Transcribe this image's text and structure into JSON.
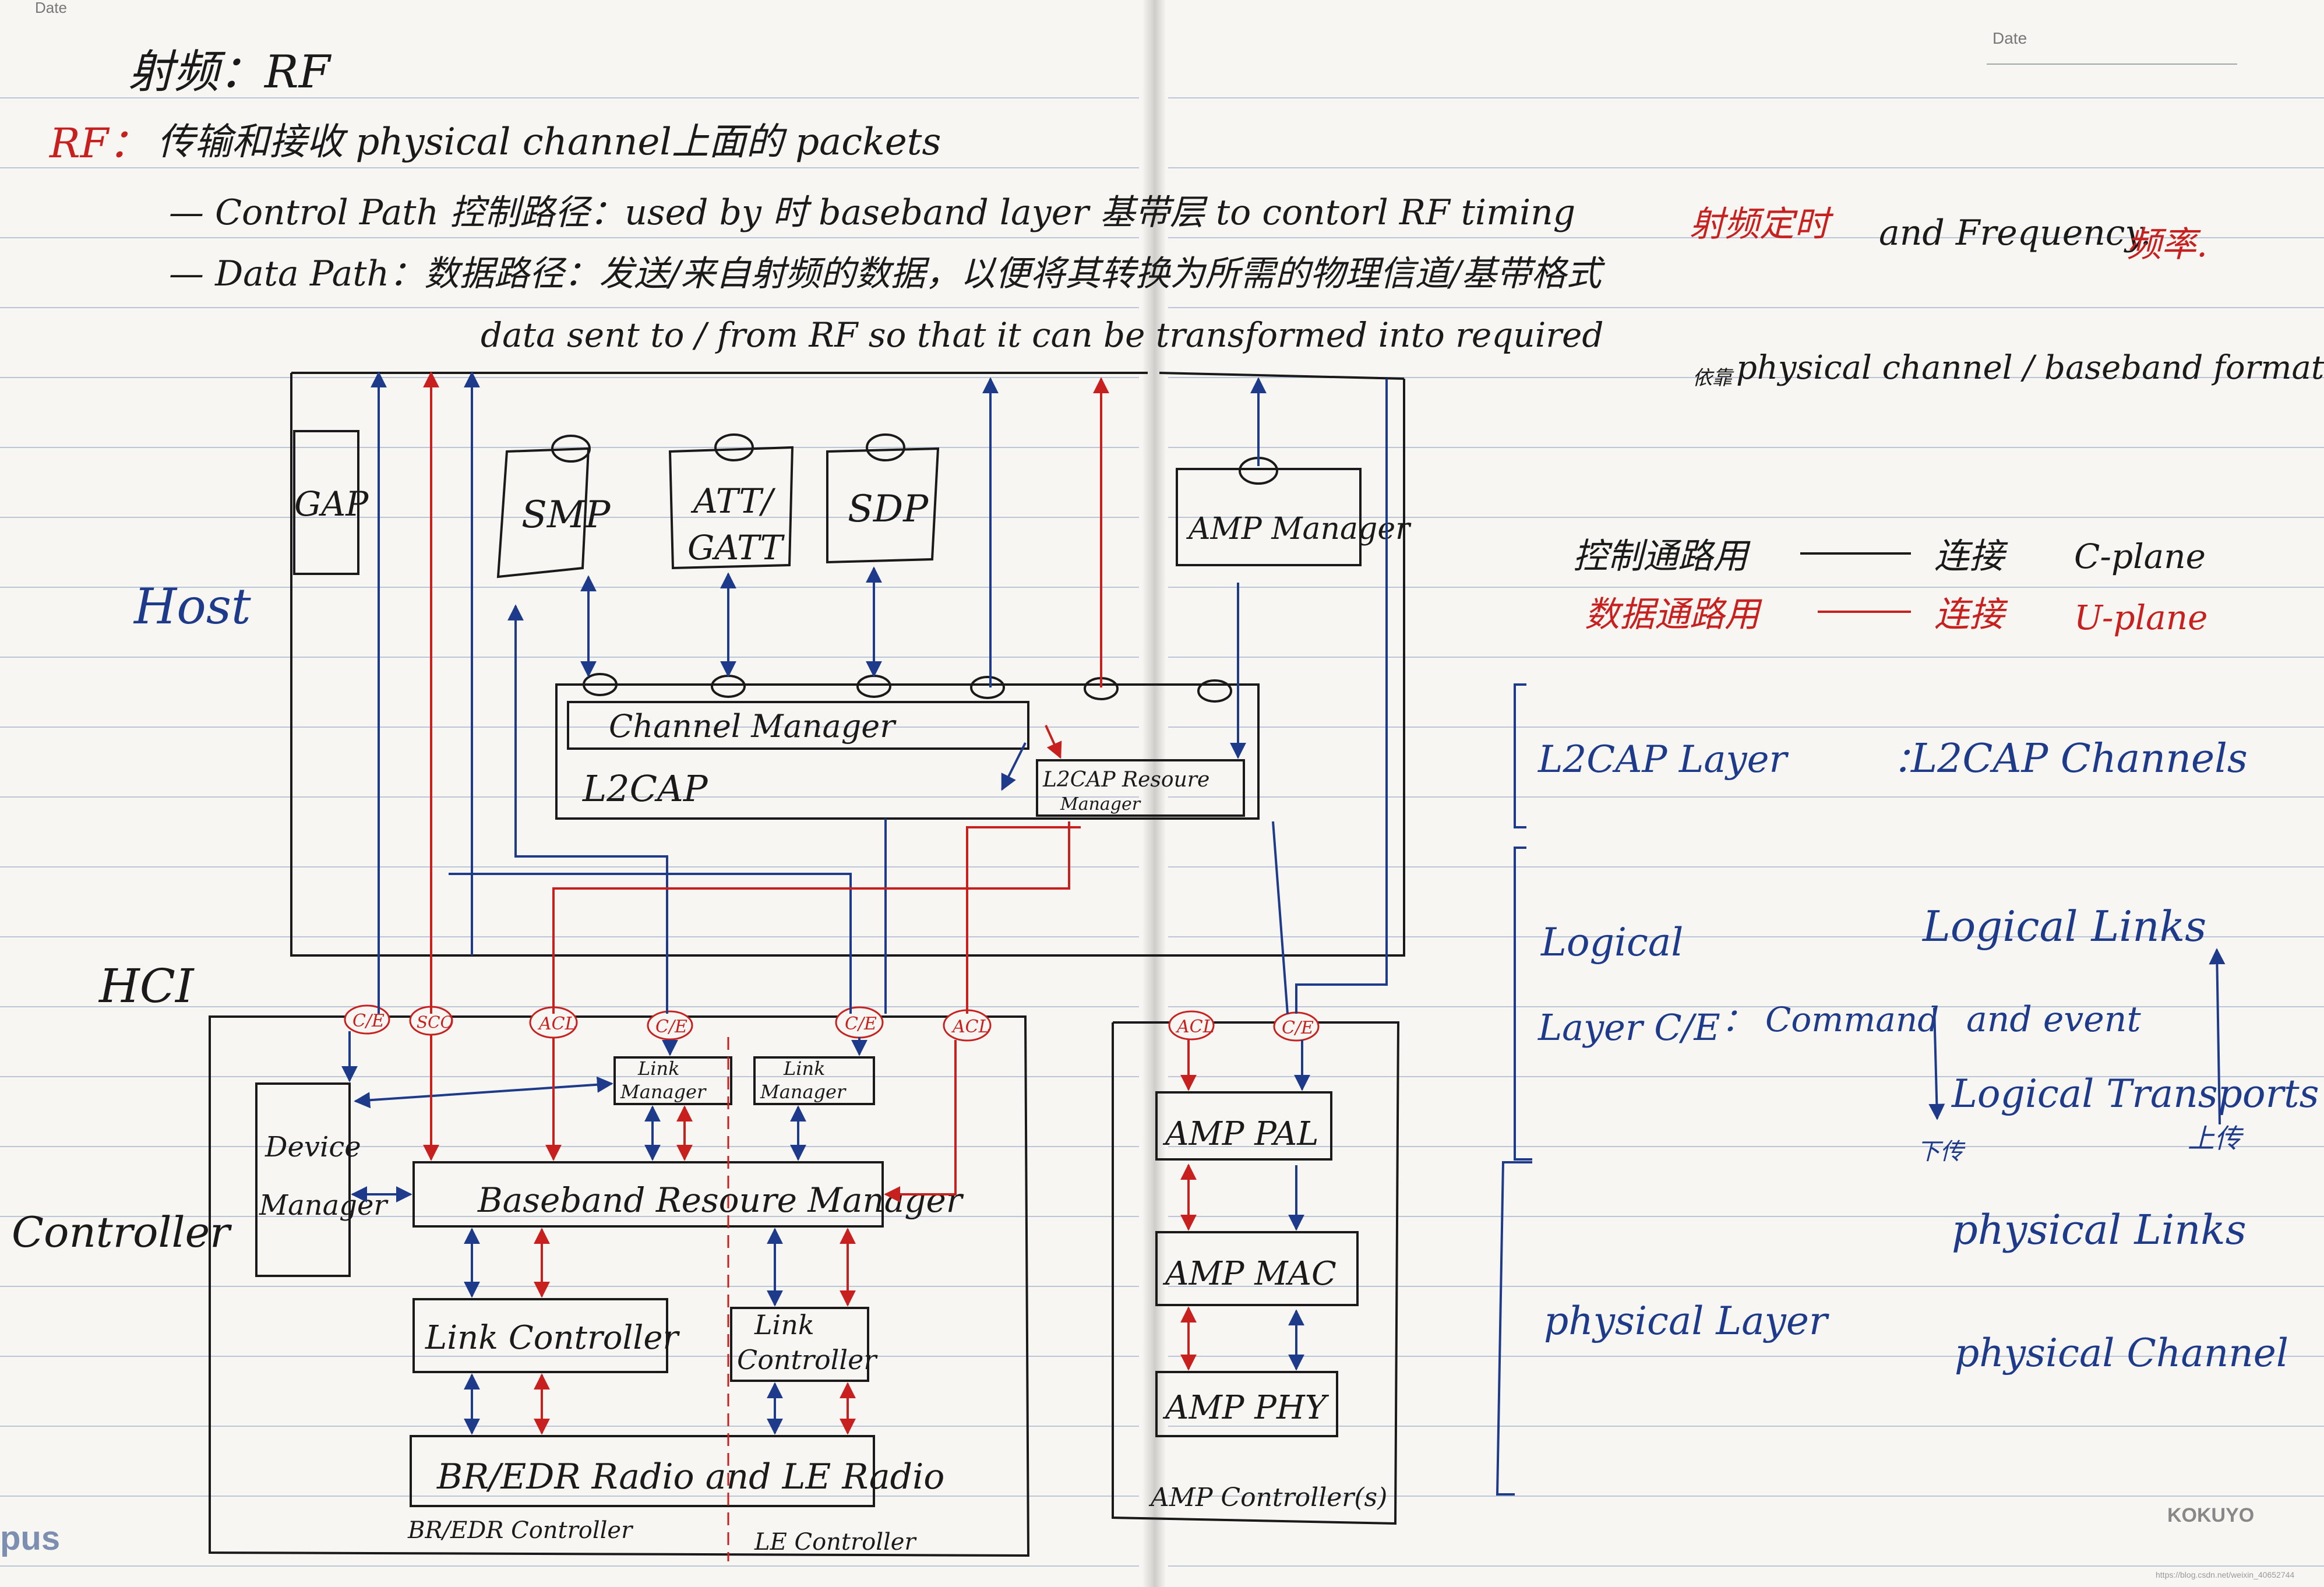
{
  "page_labels": {
    "date_left": "Date",
    "date_right": "Date",
    "brand_left": "pus",
    "brand_right": "KOKUYO",
    "watermark": "https://blog.csdn.net/weixin_40652744"
  },
  "notes": {
    "heading": "射频：RF",
    "rf_prefix": "RF：",
    "rf_text": "传输和接收 physical channel上面的 packets",
    "control_path": "— Control Path 控制路径：used by 时 baseband layer 基带层 to contorl RF timing",
    "control_path_red": "射频定时",
    "control_path_tail": "and Frequency.",
    "control_path_red2": "频率.",
    "data_path": "— Data Path：数据路径：发送/来自射频的数据，以便将其转换为所需的物理信道/基带格式",
    "data_path_en": "data sent to / from RF so that it can be transformed into required",
    "data_path_en_small": "依靠",
    "data_path_en_tail": "physical channel / baseband formats"
  },
  "diagram": {
    "host": "Host",
    "hci": "HCI",
    "controller": "Controller",
    "gap": "GAP",
    "smp": "SMP",
    "att_1": "ATT/",
    "att_2": "GATT",
    "sdp": "SDP",
    "amp_manager": "AMP Manager",
    "channel_manager": "Channel Manager",
    "l2cap": "L2CAP",
    "l2cap_rm_1": "L2CAP Resoure",
    "l2cap_rm_2": "Manager",
    "hci_ce_1": "C/E",
    "hci_sco": "SCO",
    "hci_acl_1": "ACL",
    "hci_ce_2": "C/E",
    "hci_ce_3": "C/E",
    "hci_acl_2": "ACL",
    "hci_acl_3": "ACL",
    "hci_ce_4": "C/E",
    "link_manager_1a": "Link",
    "link_manager_1b": "Manager",
    "link_manager_2a": "Link",
    "link_manager_2b": "Manager",
    "device_manager_1": "Device",
    "device_manager_2": "Manager",
    "baseband_rm": "Baseband Resoure Manager",
    "link_controller": "Link Controller",
    "le_link_controller_1": "Link",
    "le_link_controller_2": "Controller",
    "radio": "BR/EDR Radio and LE Radio",
    "bredr_controller": "BR/EDR Controller",
    "le_controller": "LE Controller",
    "amp_pal": "AMP PAL",
    "amp_mac": "AMP MAC",
    "amp_phy": "AMP PHY",
    "amp_controllers": "AMP Controller(s)"
  },
  "legend": {
    "control_left": "控制通路用",
    "control_right": "连接",
    "control_plane": "C-plane",
    "data_left": "数据通路用",
    "data_right": "连接",
    "data_plane": "U-plane"
  },
  "layers": {
    "l2cap_layer": "L2CAP Layer",
    "l2cap_sep": "：",
    "l2cap_channels": "L2CAP Channels",
    "logical": "Logical",
    "layer_ce": "Layer C/E",
    "command_sep": "：",
    "command": "Command",
    "logical_links": "Logical Links",
    "and_event": "and event",
    "logical_transports": "Logical Transports",
    "down": "下传",
    "up": "上传",
    "physical_layer": "physical Layer",
    "physical_links": "physical Links",
    "physical_channel": "physical Channel"
  },
  "colors": {
    "blue_ink": "#1e3a8a",
    "red_ink": "#c8201e",
    "black_ink": "#1a1a1a",
    "paper": "#f7f6f3"
  }
}
